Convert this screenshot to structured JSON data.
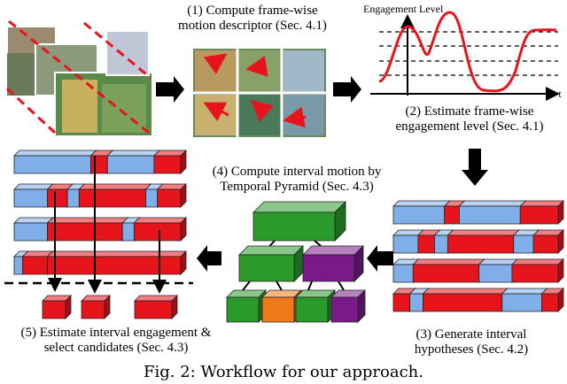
{
  "steps": {
    "step1": {
      "line1": "(1) Compute frame-wise",
      "line2": "motion descriptor (Sec. 4.1)"
    },
    "step2": {
      "line1": "(2) Estimate frame-wise",
      "line2": "engagement level (Sec. 4.1)"
    },
    "step3": {
      "line1": "(3) Generate interval",
      "line2": "hypotheses (Sec. 4.2)"
    },
    "step4": {
      "line1": "(4) Compute interval motion by",
      "line2": "Temporal Pyramid (Sec. 4.3)"
    },
    "step5": {
      "line1": "(5) Estimate interval engagement &",
      "line2": "select candidates (Sec. 4.3)"
    }
  },
  "plot": {
    "ylabel": "Engagement Level",
    "xlabel": "t"
  },
  "caption": "Fig. 2: Workflow for our approach.",
  "colors": {
    "blue": "#7faee8",
    "red": "#e8141c",
    "green": "#2a9a2a",
    "purple": "#7a1a8a",
    "orange": "#f07a18"
  }
}
